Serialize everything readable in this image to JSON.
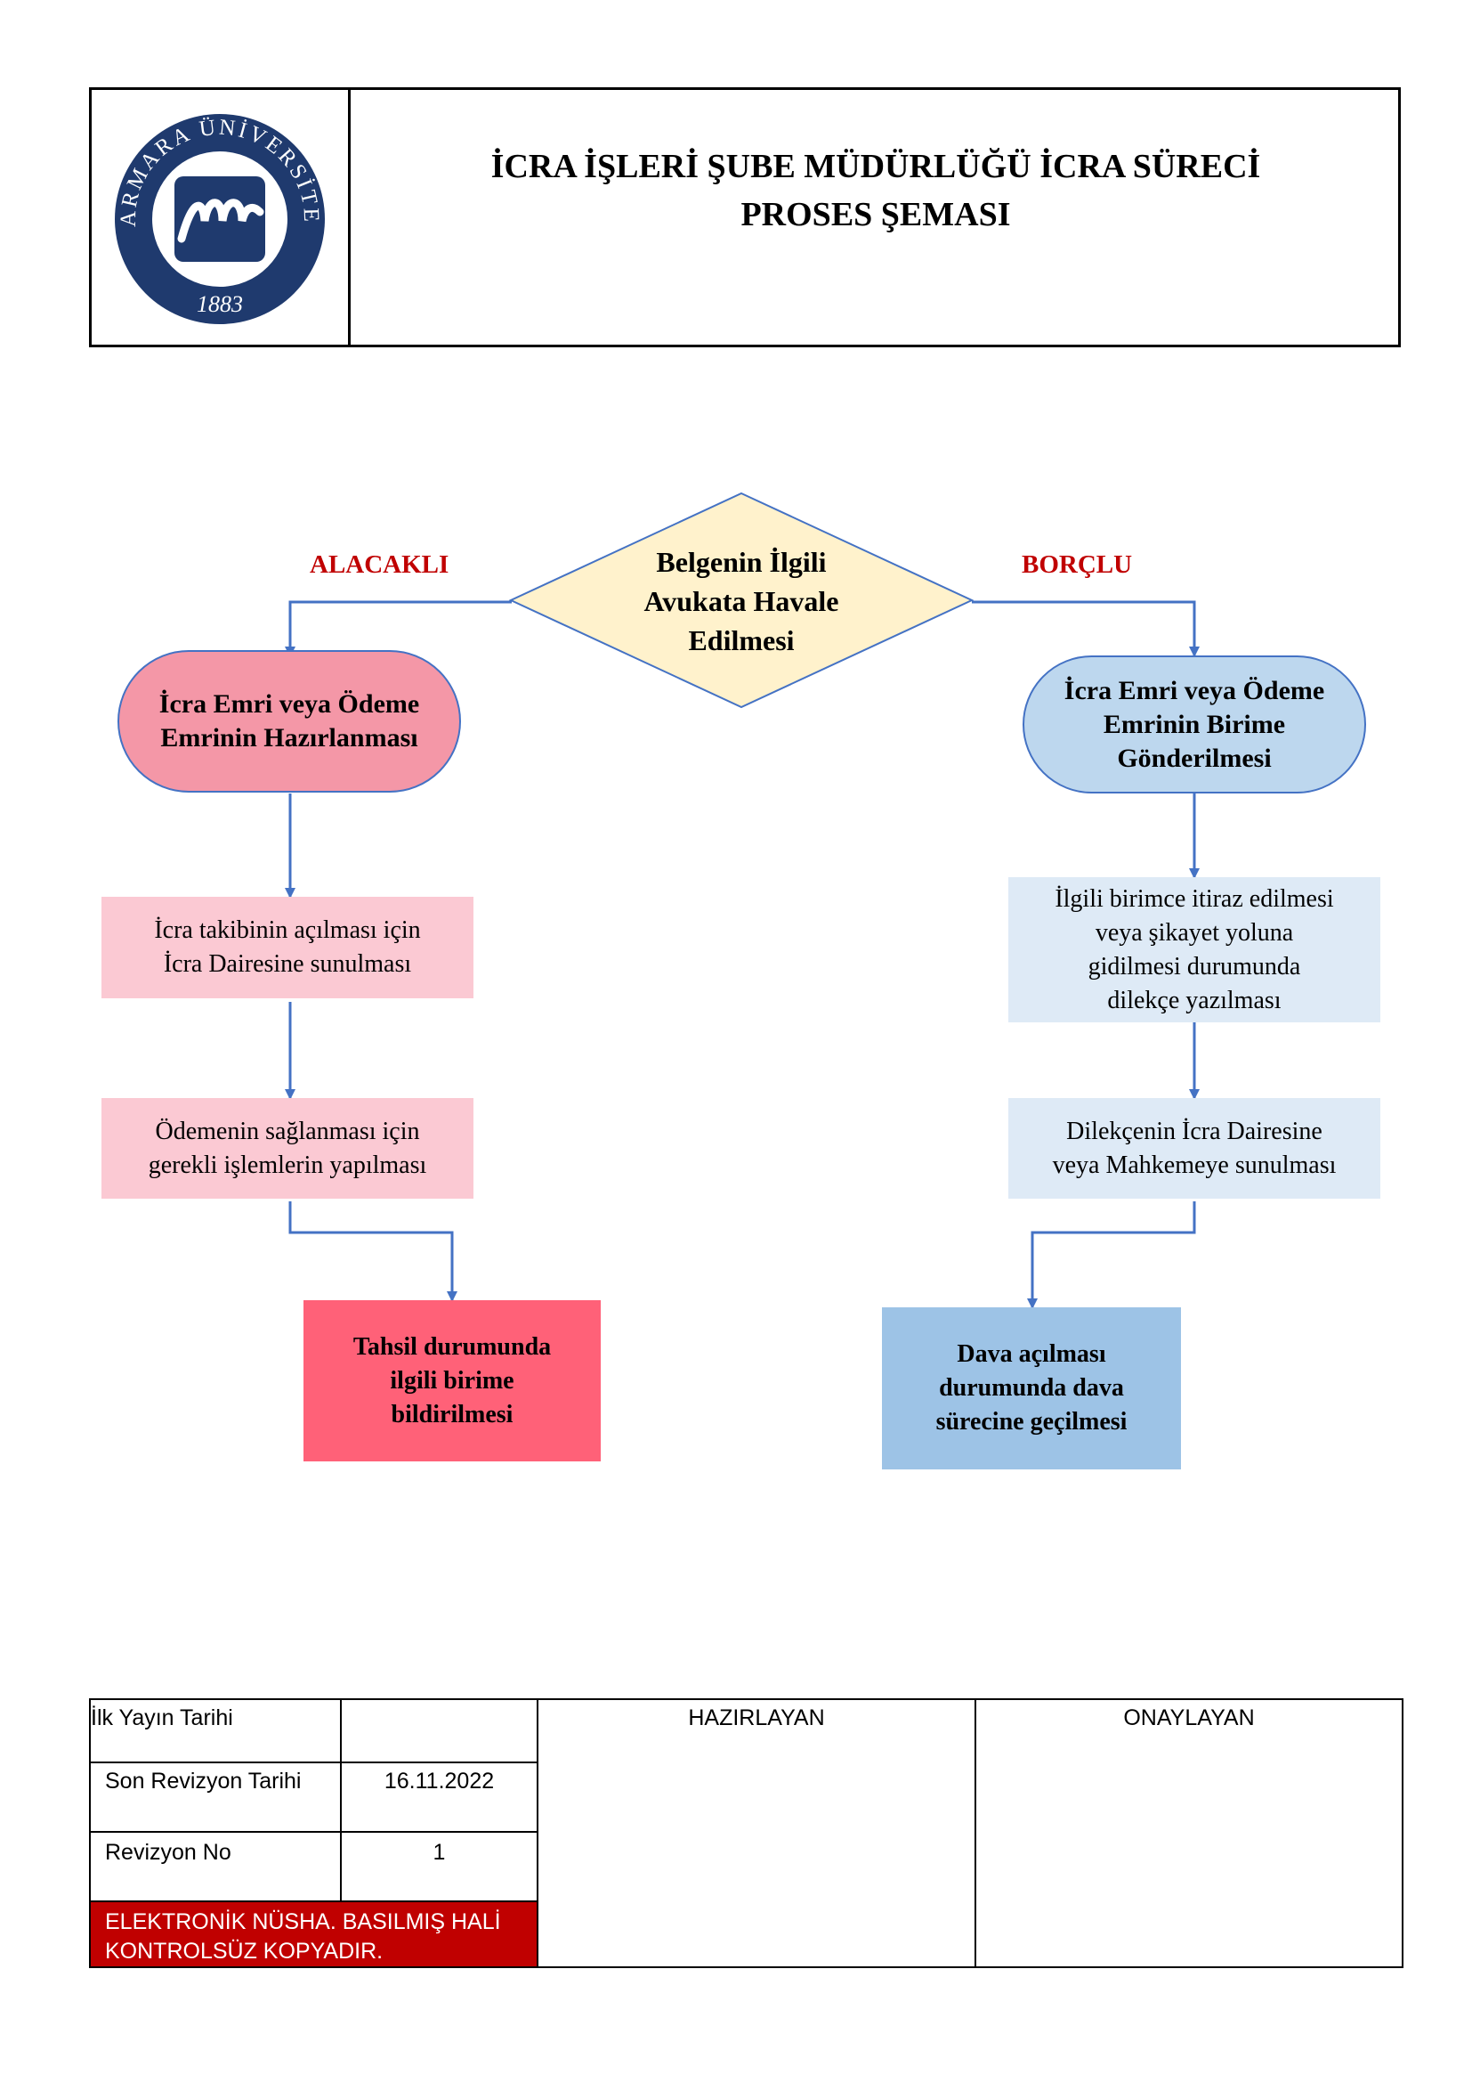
{
  "header": {
    "title_line1": "İCRA İŞLERİ ŞUBE MÜDÜRLÜĞÜ İCRA SÜRECİ",
    "title_line2": "PROSES ŞEMASI",
    "logo": {
      "ring_text": "MARMARA ÜNİVERSİTESİ",
      "year": "1883",
      "color": "#1f3a6e"
    }
  },
  "flow": {
    "left_label": "ALACAKLI",
    "right_label": "BORÇLU",
    "decision": [
      "Belgenin İlgili",
      "Avukata Havale",
      "Edilmesi"
    ],
    "left": {
      "start": [
        "İcra Emri veya Ödeme",
        "Emrinin Hazırlanması"
      ],
      "step1": [
        "İcra takibinin açılması için",
        "İcra Dairesine sunulması"
      ],
      "step2": [
        "Ödemenin sağlanması için",
        "gerekli işlemlerin yapılması"
      ],
      "end": [
        "Tahsil durumunda",
        "ilgili birime",
        "bildirilmesi"
      ]
    },
    "right": {
      "start": [
        "İcra Emri veya Ödeme",
        "Emrinin Birime",
        "Gönderilmesi"
      ],
      "step1": [
        "İlgili birimce itiraz edilmesi",
        "veya şikayet yoluna",
        "gidilmesi durumunda",
        "dilekçe yazılması"
      ],
      "step2": [
        "Dilekçenin İcra Dairesine",
        "veya Mahkemeye sunulması"
      ],
      "end": [
        "Dava açılması",
        "durumunda dava",
        "sürecine geçilmesi"
      ]
    },
    "colors": {
      "label_red": "#c00000",
      "left_start": "#f497a7",
      "left_step": "#fbc9d3",
      "left_end": "#ff6178",
      "right_start": "#bdd7ee",
      "right_step": "#deeaf6",
      "right_end": "#9dc3e6",
      "decision": "#fff2cc",
      "arrow": "#4472c4"
    }
  },
  "footer": {
    "ilk_yayin_label": "İlk Yayın Tarihi",
    "ilk_yayin_value": "",
    "son_revizyon_label": "Son Revizyon Tarihi",
    "son_revizyon_value": "16.11.2022",
    "revizyon_no_label": "Revizyon No",
    "revizyon_no_value": "1",
    "hazirlayan": "HAZIRLAYAN",
    "onaylayan": "ONAYLAYAN",
    "notice_line1": "ELEKTRONİK NÜSHA. BASILMIŞ HALİ",
    "notice_line2": "KONTROLSÜZ KOPYADIR.",
    "notice_bg": "#c00000"
  }
}
